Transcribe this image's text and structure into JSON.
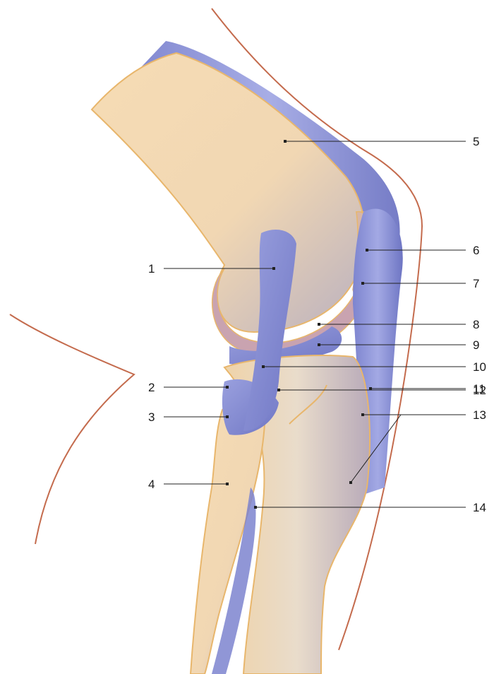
{
  "diagram": {
    "labels": {
      "l1": "1",
      "l2": "2",
      "l3": "3",
      "l4": "4",
      "l5": "5",
      "l6": "6",
      "l7": "7",
      "l8": "8",
      "l9": "9",
      "l10": "10",
      "l11": "11",
      "l12": "12",
      "l13": "13",
      "l14": "14"
    }
  },
  "colors": {
    "bone": "#f3d9b1",
    "bone_outline": "#e8b66c",
    "ligament": "#8c93d6",
    "cartilage": "#c9a3b0",
    "skin_outline": "#c46b4d"
  }
}
